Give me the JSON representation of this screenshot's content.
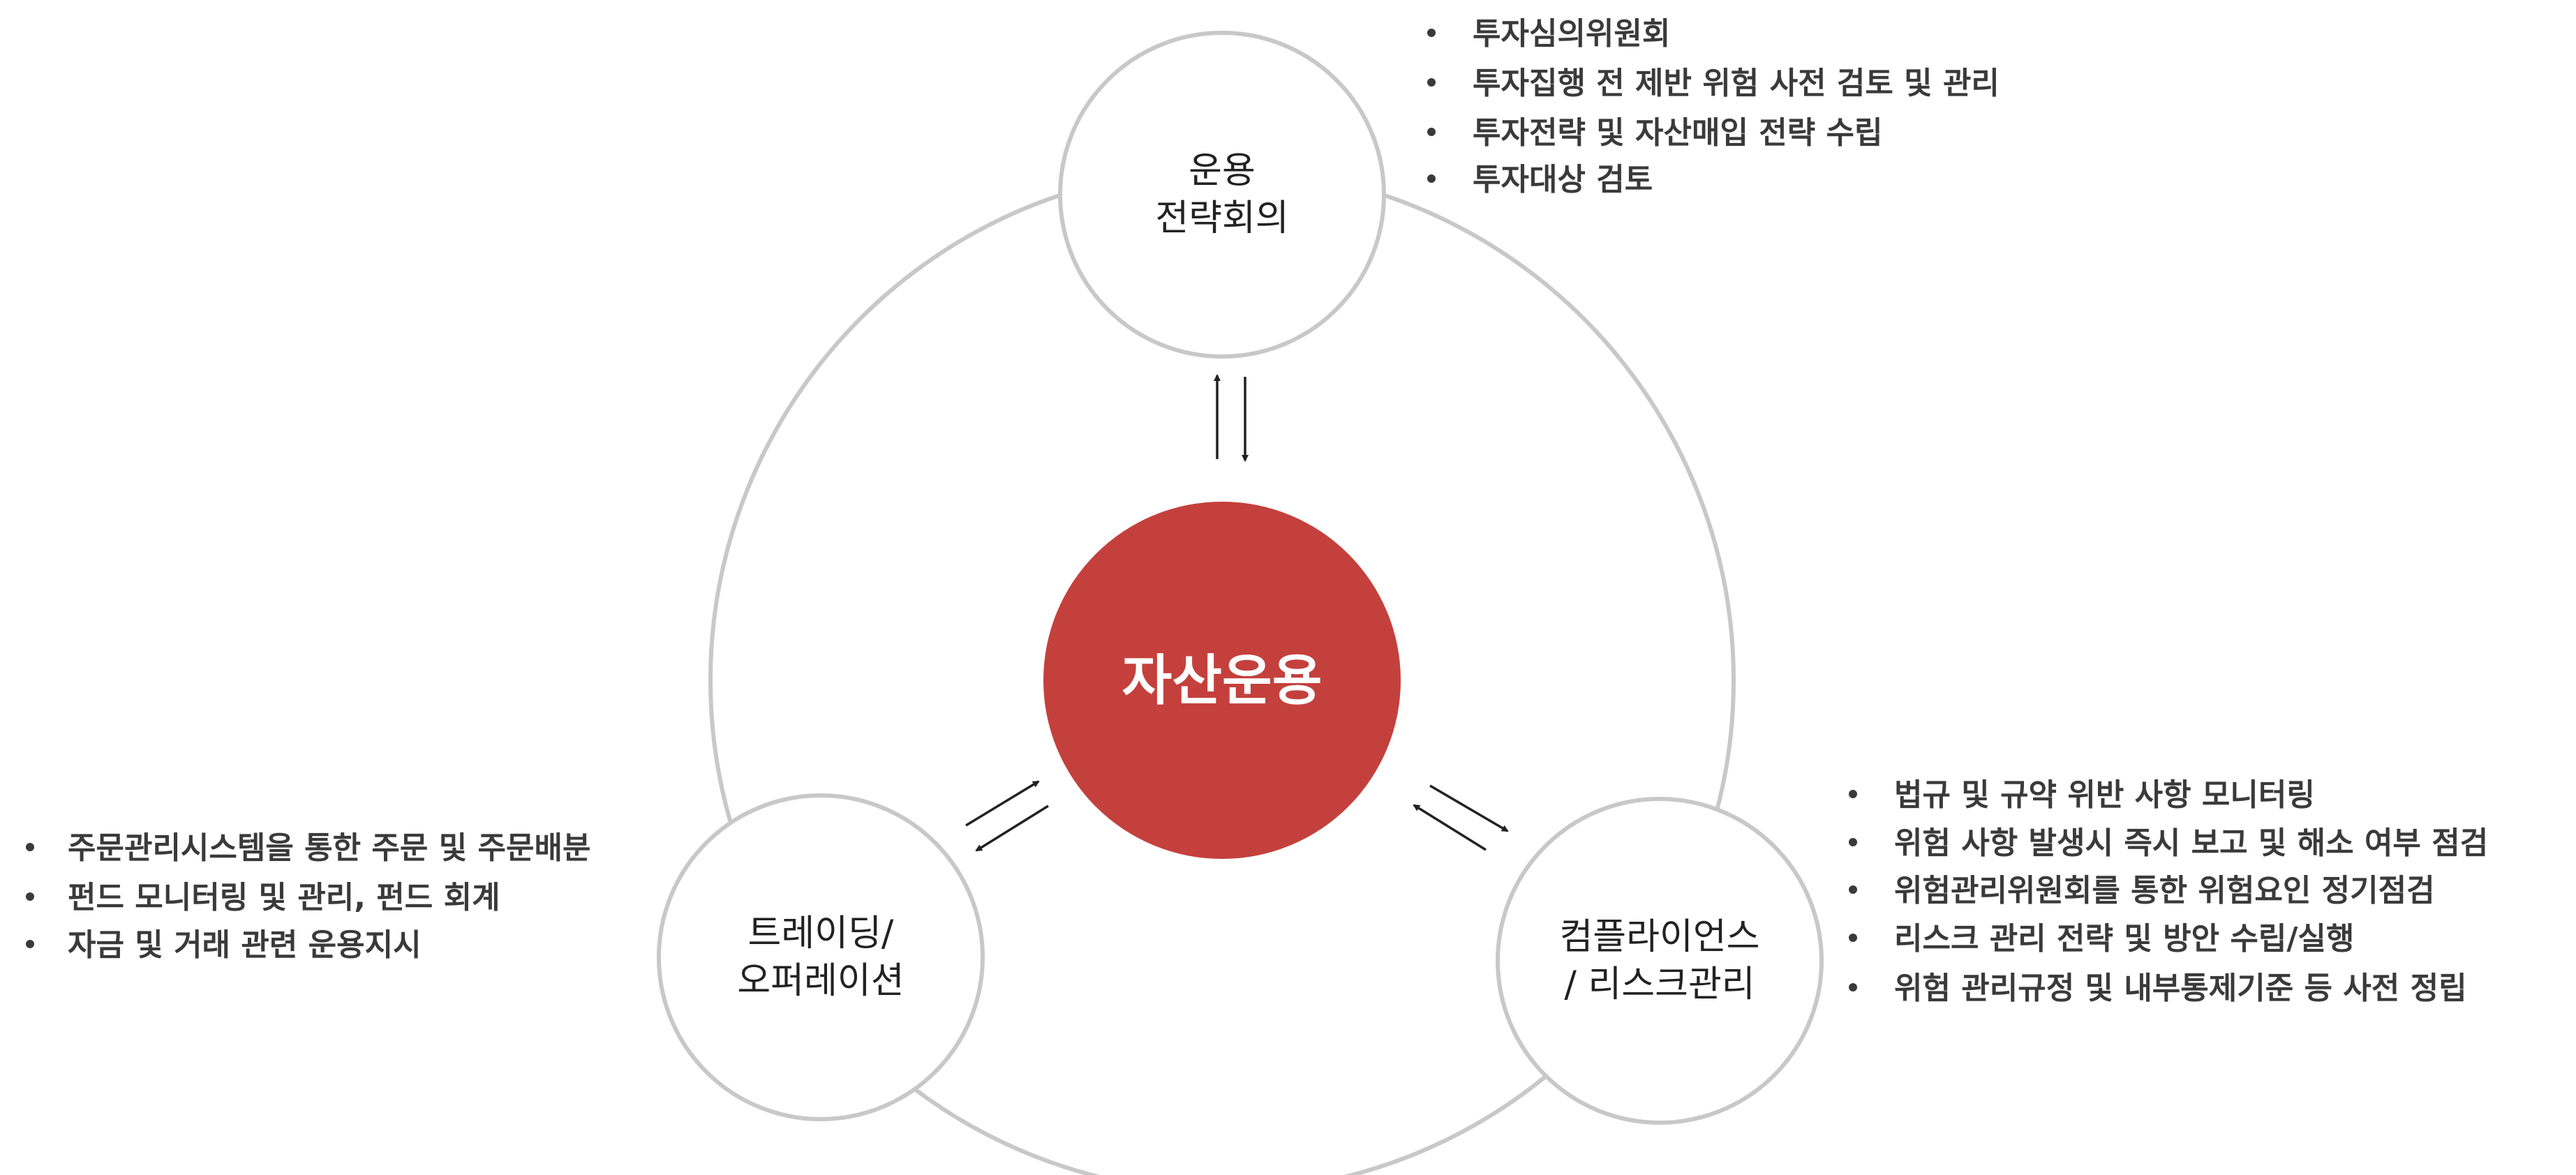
{
  "center": {
    "label": "자산운용",
    "color": "#c4403c"
  },
  "nodes": {
    "top": {
      "line1": "운용",
      "line2": "전략회의"
    },
    "left": {
      "line1": "트레이딩/",
      "line2": "오퍼레이션"
    },
    "right": {
      "line1": "컴플라이언스",
      "line2": "/ 리스크관리"
    }
  },
  "lists": {
    "top": [
      "투자심의위원회",
      "투자집행 전 제반 위험 사전 검토 및 관리",
      "투자전략 및 자산매입 전략 수립",
      "투자대상 검토"
    ],
    "left": [
      "주문관리시스템을 통한 주문 및 주문배분",
      "펀드 모니터링 및 관리, 펀드 회계",
      "자금 및 거래 관련 운용지시"
    ],
    "right": [
      "법규 및 규약 위반 사항 모니터링",
      "위험 사항 발생시 즉시 보고 및 해소 여부 점검",
      "위험관리위원회를 통한 위험요인 정기점검",
      "리스크 관리 전략 및 방안 수립/실행",
      "위험 관리규정 및 내부통제기준 등 사전 정립"
    ]
  }
}
